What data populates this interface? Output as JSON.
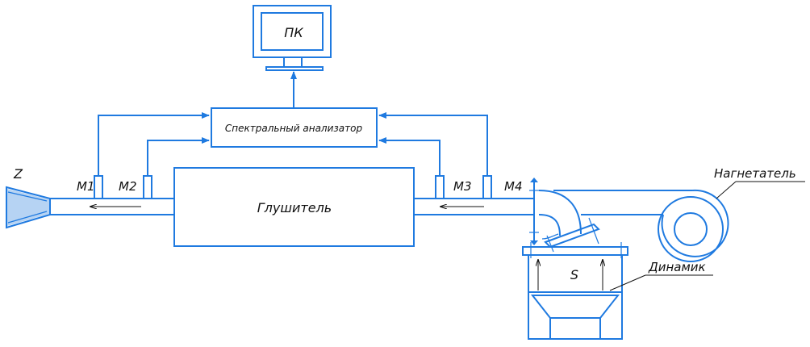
{
  "labels": {
    "pc": "ПК",
    "analyzer": "Спектральный анализатор",
    "muffler": "Глушитель",
    "blower": "Нагнетатель",
    "speaker": "Динамик",
    "source_area": "S",
    "impedance": "Z",
    "mic1": "М1",
    "mic2": "М2",
    "mic3": "М3",
    "mic4": "М4"
  },
  "colors": {
    "line": "#1f7ae0",
    "text": "#111111",
    "background": "#ffffff"
  }
}
